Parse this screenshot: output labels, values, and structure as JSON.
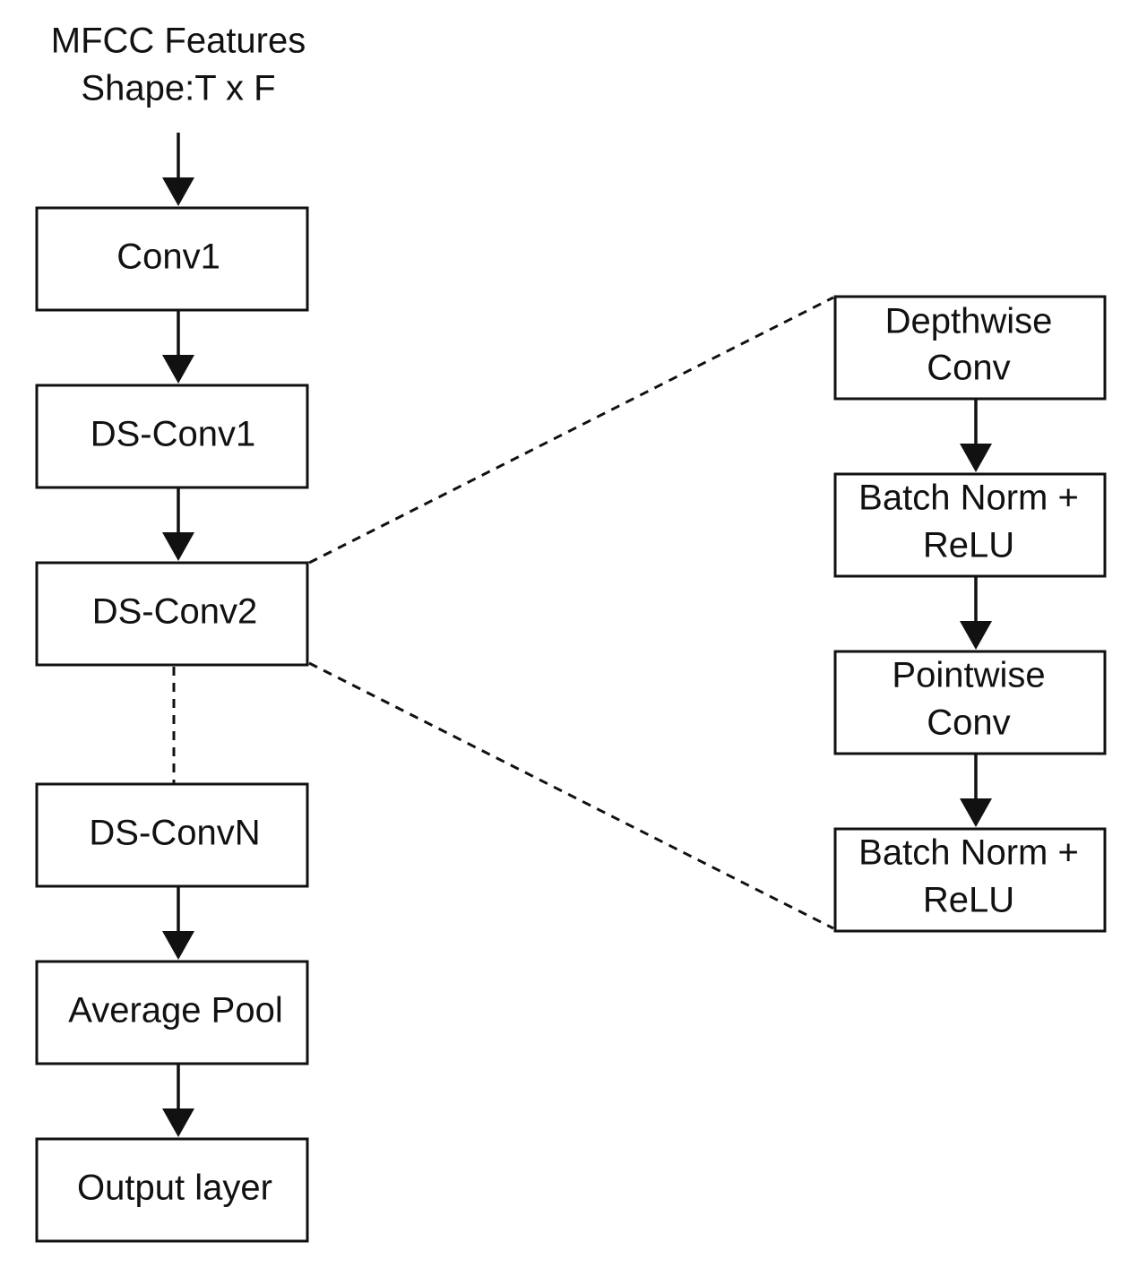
{
  "input": {
    "line1": "MFCC Features",
    "line2": "Shape:T x F"
  },
  "main_blocks": {
    "conv1": "Conv1",
    "ds_conv1": "DS-Conv1",
    "ds_conv2": "DS-Conv2",
    "ds_convn": "DS-ConvN",
    "average_pool": "Average Pool",
    "output_layer": "Output layer"
  },
  "detail_blocks": {
    "depthwise": {
      "line1": "Depthwise",
      "line2": "Conv"
    },
    "batchnorm1": {
      "line1": "Batch Norm +",
      "line2": "ReLU"
    },
    "pointwise": {
      "line1": "Pointwise",
      "line2": "Conv"
    },
    "batchnorm2": {
      "line1": "Batch Norm +",
      "line2": "ReLU"
    }
  }
}
